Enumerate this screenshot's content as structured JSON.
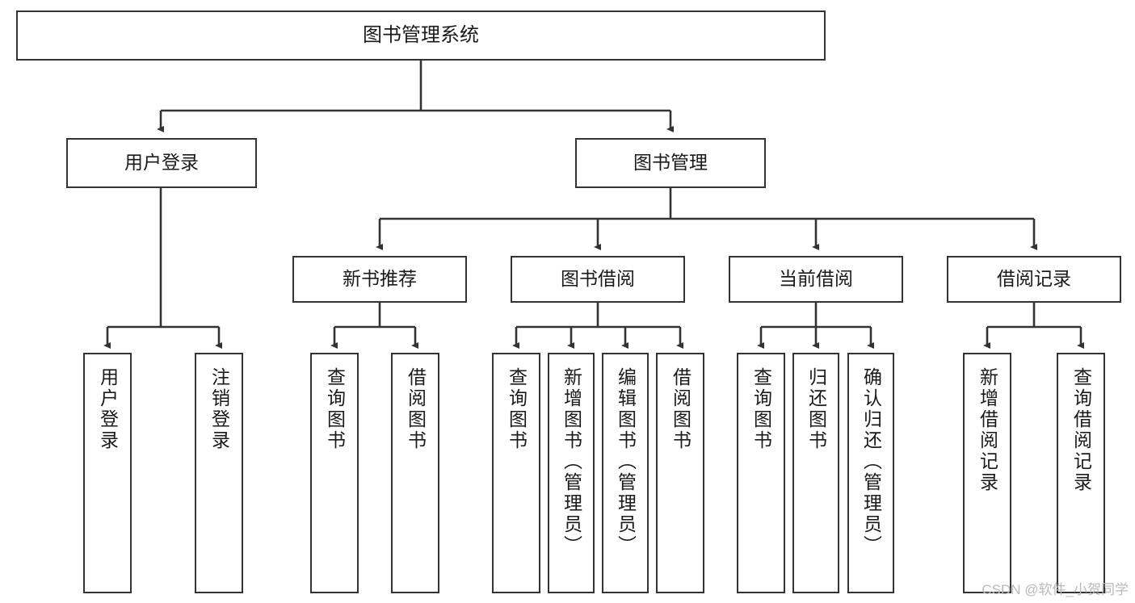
{
  "diagram": {
    "title": "图书管理系统",
    "type": "tree-hierarchy",
    "root": {
      "label": "图书管理系统"
    },
    "level2": [
      {
        "label": "用户登录"
      },
      {
        "label": "图书管理"
      }
    ],
    "level3": [
      {
        "label": "新书推荐"
      },
      {
        "label": "图书借阅"
      },
      {
        "label": "当前借阅"
      },
      {
        "label": "借阅记录"
      }
    ],
    "leaves": {
      "user_login": [
        {
          "label": "用户登录"
        },
        {
          "label": "注销登录"
        }
      ],
      "new_book_recommend": [
        {
          "label": "查询图书"
        },
        {
          "label": "借阅图书"
        }
      ],
      "book_borrow": [
        {
          "label": "查询图书"
        },
        {
          "label": "新增图书（管理员）"
        },
        {
          "label": "编辑图书（管理员）"
        },
        {
          "label": "借阅图书"
        }
      ],
      "current_borrow": [
        {
          "label": "查询图书"
        },
        {
          "label": "归还图书"
        },
        {
          "label": "确认归还（管理员）"
        }
      ],
      "borrow_records": [
        {
          "label": "新增借阅记录"
        },
        {
          "label": "查询借阅记录"
        }
      ]
    }
  },
  "watermark": {
    "text": "CSDN @软件_小贺同学"
  },
  "colors": {
    "stroke": "#333333",
    "background": "#ffffff",
    "text": "#1a1a1a",
    "watermark": "#b9b9b9"
  }
}
